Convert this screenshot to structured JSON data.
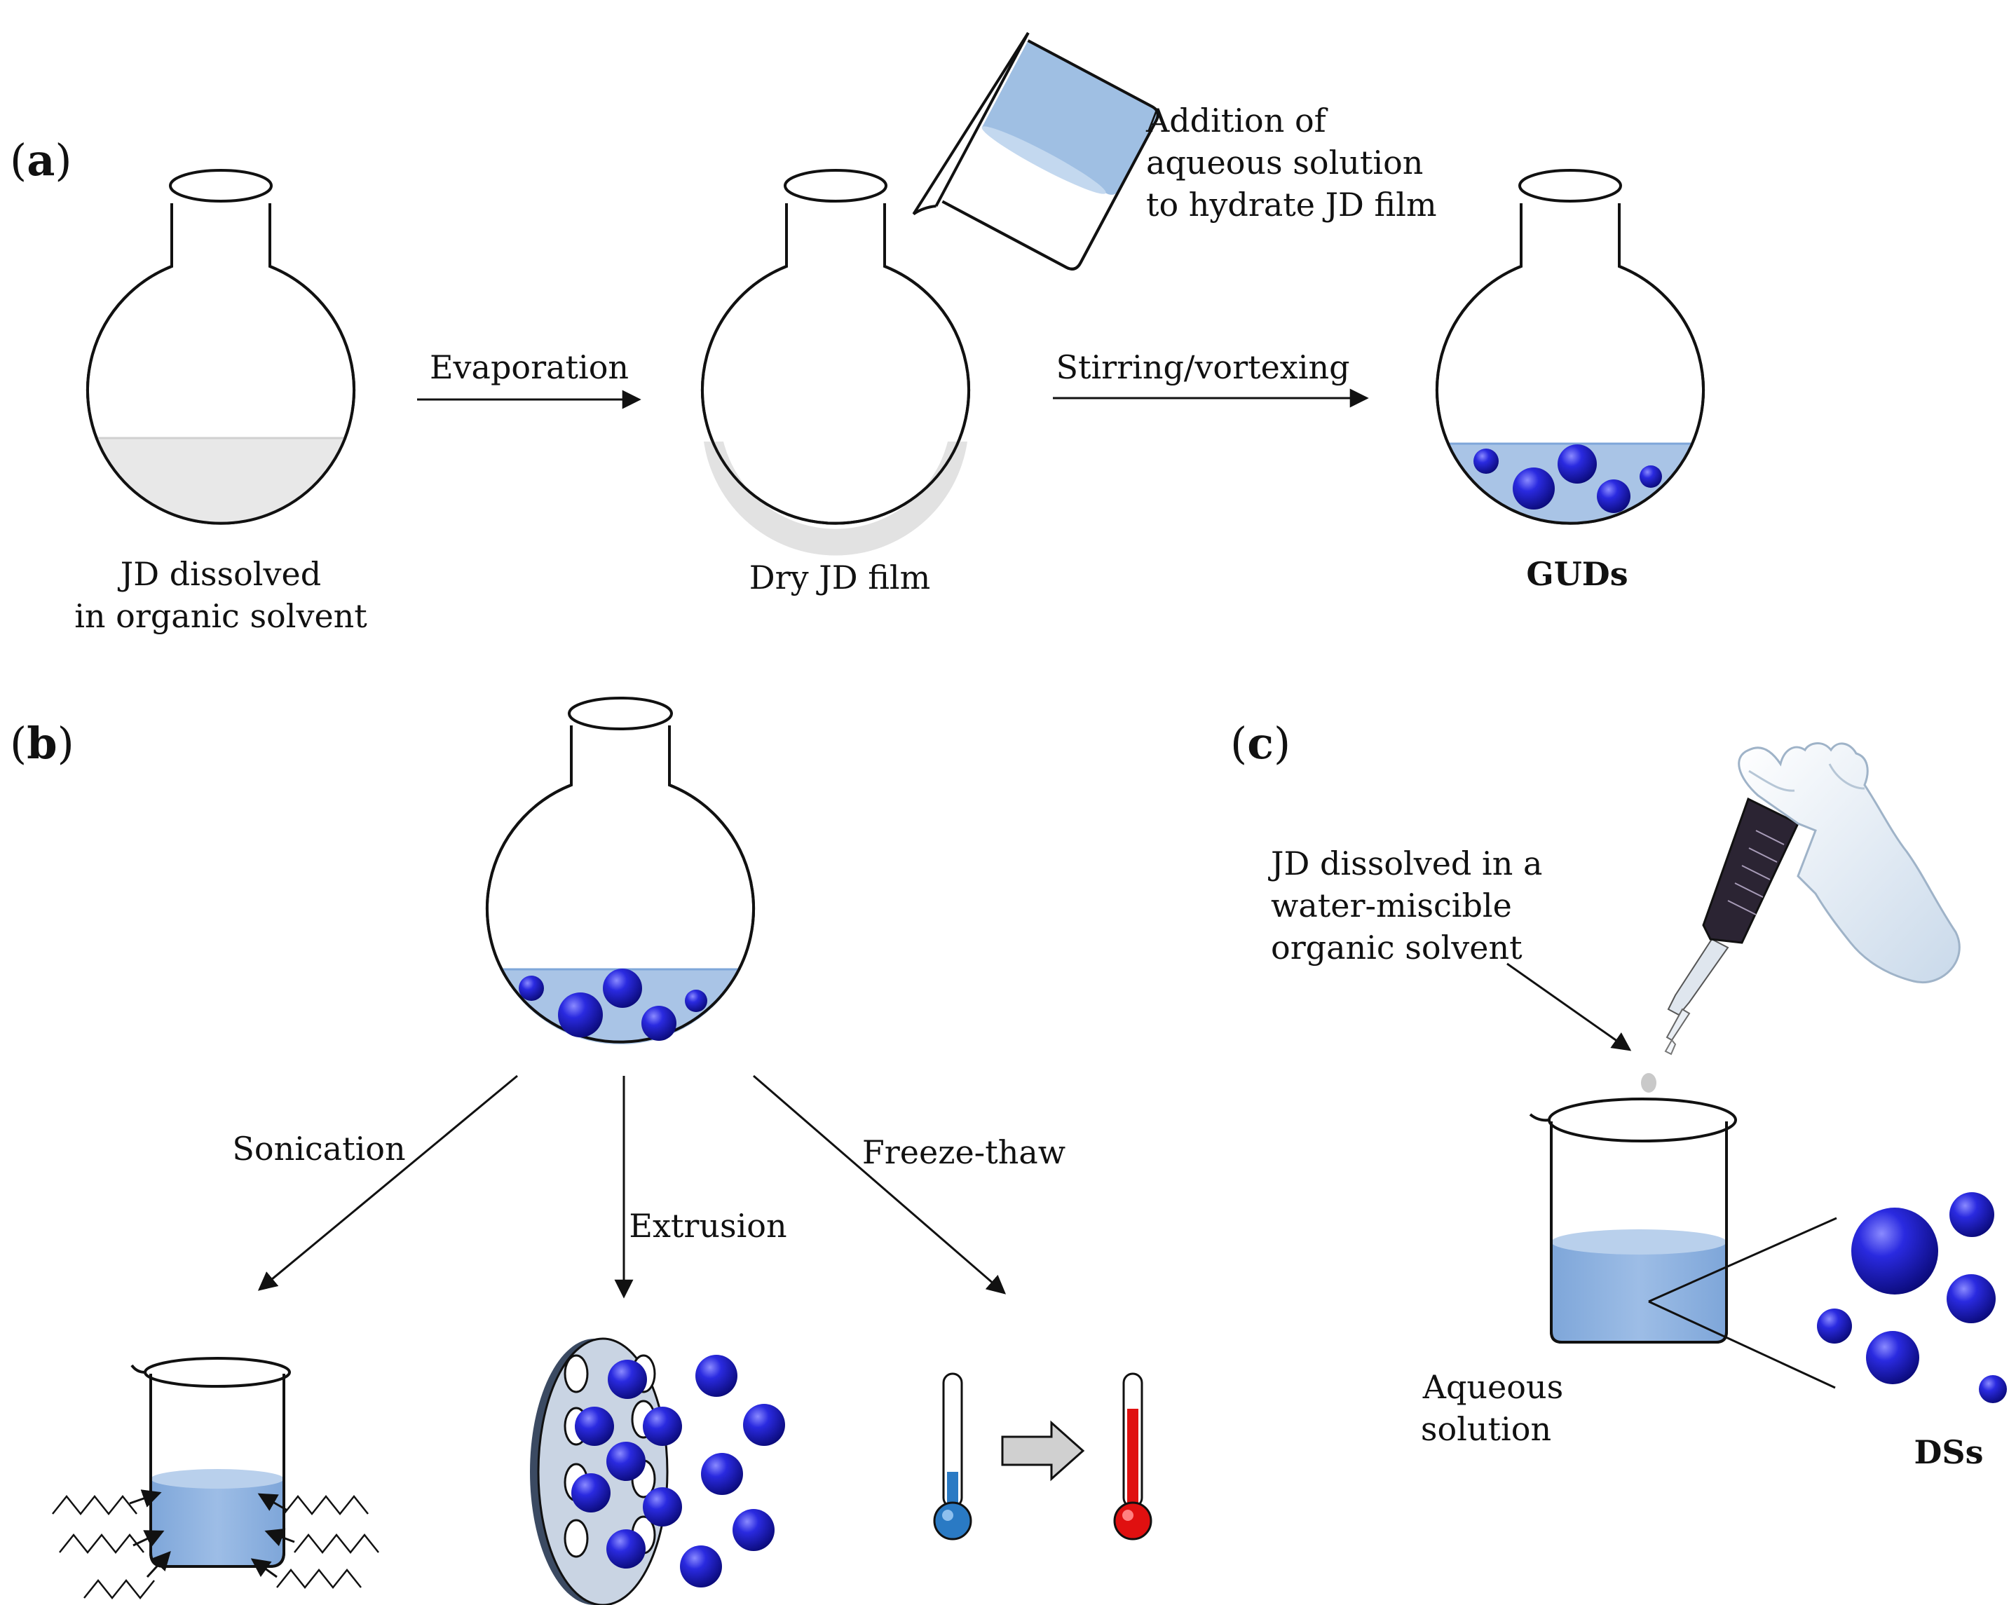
{
  "panels": {
    "a": "a",
    "b": "b",
    "c": "c",
    "open_paren": "(",
    "close_paren": ")"
  },
  "panel_a": {
    "flask1_label_line1": "JD dissolved",
    "flask1_label_line2": "in organic solvent",
    "step1_label": "Evaporation",
    "flask2_label": "Dry JD film",
    "addition_line1": "Addition of",
    "addition_line2": "aqueous solution",
    "addition_line3": "to hydrate JD film",
    "step2_label": "Stirring/vortexing",
    "flask3_label": "GUDs"
  },
  "panel_b": {
    "sonication": "Sonication",
    "extrusion": "Extrusion",
    "freeze_thaw": "Freeze-thaw"
  },
  "panel_c": {
    "solvent_line1": "JD dissolved in a",
    "solvent_line2": "water-miscible",
    "solvent_line3": "organic solvent",
    "aqueous_line1": "Aqueous",
    "aqueous_line2": "solution",
    "product": "DSs"
  },
  "colors": {
    "liquid": "#9fbfe3",
    "liquid_dark": "#7ea6d9",
    "vesicle": "#1f1fc8",
    "film": "#e6e6e6",
    "cold": "#2a7ac4",
    "hot": "#e01010",
    "glove": "#e8f0f8",
    "pipette_body": "#2b2433"
  },
  "icons": [
    "round-bottom-flask-icon",
    "beaker-icon",
    "vesicle-icon",
    "extrusion-membrane-icon",
    "thermometer-icon",
    "pipette-icon",
    "gloved-hand-icon",
    "ultrasound-wave-icon"
  ]
}
